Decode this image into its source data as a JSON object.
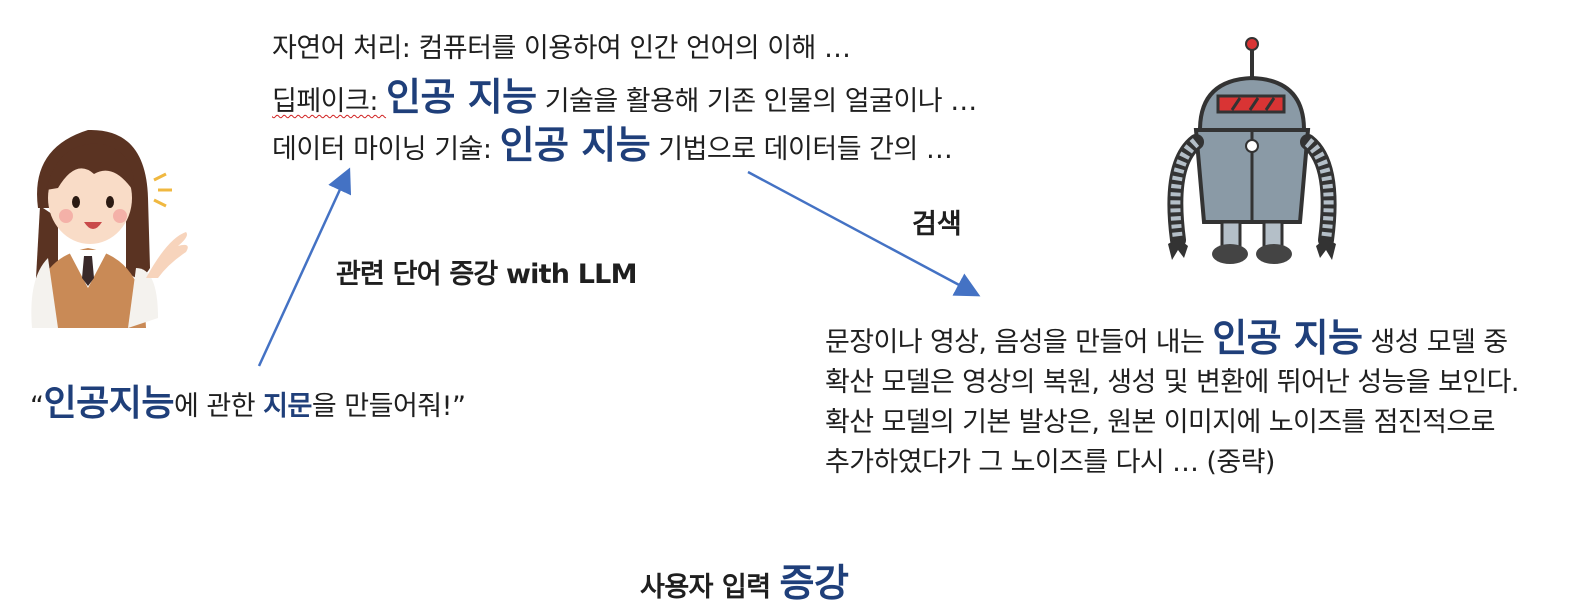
{
  "top_docs": [
    {
      "prefix": "자연어 처리: 컴퓨터를 이용하여 인간 언어의 이해 …",
      "keyword": "",
      "suffix": ""
    },
    {
      "prefix": "딥페이크: ",
      "keyword": "인공 지능",
      "suffix": " 기술을 활용해 기존 인물의 얼굴이나 …"
    },
    {
      "prefix": "데이터 마이닝 기술: ",
      "keyword": "인공 지능",
      "suffix": " 기법으로 데이터들 간의 …"
    }
  ],
  "labels": {
    "augment": "관련 단어 증강 with LLM",
    "search": "검색"
  },
  "user_query": {
    "open_quote": "“",
    "kw1": "인공지능",
    "mid": "에 관한 ",
    "kw2": "지문",
    "end": "을 만들어줘!”"
  },
  "result": {
    "line1_pre": "문장이나 영상, 음성을 만들어 내는 ",
    "line1_kw": "인공 지능",
    "line1_post": " 생성 모델 중",
    "line2": "확산 모델은 영상의 복원, 생성 및 변환에 뛰어난 성능을 보인다.",
    "line3": "확산 모델의 기본 발상은, 원본 이미지에 노이즈를 점진적으로",
    "line4": "추가하였다가 그 노이즈를 다시 … (중략)"
  },
  "caption": {
    "text": "사용자 입력 ",
    "keyword": "증강"
  },
  "colors": {
    "keyword": "#1f3f7a",
    "arrow": "#4472c4",
    "robot_body": "#8a9aa6",
    "robot_visor": "#d93434"
  },
  "icons": {
    "person": "person-presenting-icon",
    "robot": "robot-icon"
  }
}
